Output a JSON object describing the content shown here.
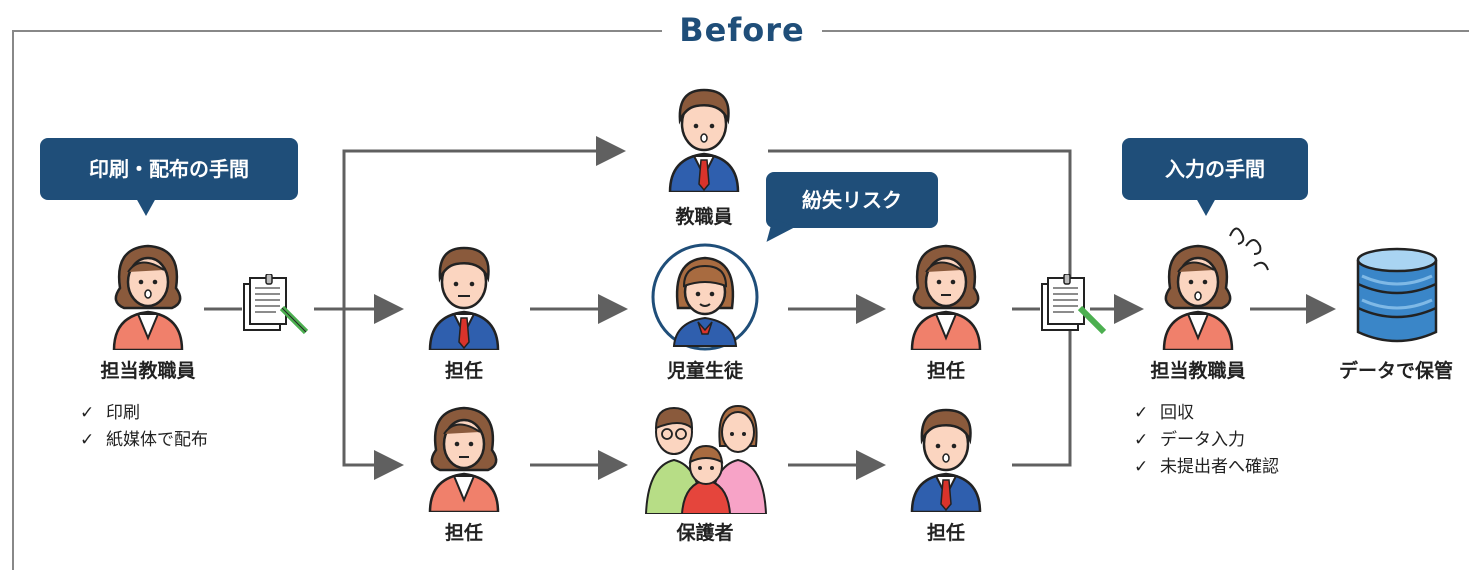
{
  "title": "Before",
  "bubbles": {
    "print": "印刷・配布の手間",
    "loss": "紛失リスク",
    "input": "入力の手間"
  },
  "labels": {
    "teacher_left": "担当教職員",
    "homeroom_mid": "担任",
    "homeroom_bottom": "担任",
    "staff": "教職員",
    "student": "児童生徒",
    "guardian": "保護者",
    "homeroom_right_mid": "担任",
    "homeroom_right_bottom": "担任",
    "teacher_right": "担当教職員",
    "storage": "データで保管"
  },
  "check_left": [
    "印刷",
    "紙媒体で配布"
  ],
  "check_right": [
    "回収",
    "データ入力",
    "未提出者へ確認"
  ],
  "check_mark": "✓",
  "icons": [
    "person-female-icon",
    "person-male-icon",
    "paper-document-icon",
    "family-icon",
    "student-icon",
    "database-icon"
  ],
  "colors": {
    "accent": "#1f4e79",
    "line": "#606060",
    "female_jacket": "#f0806b",
    "male_jacket": "#2f5fae"
  }
}
